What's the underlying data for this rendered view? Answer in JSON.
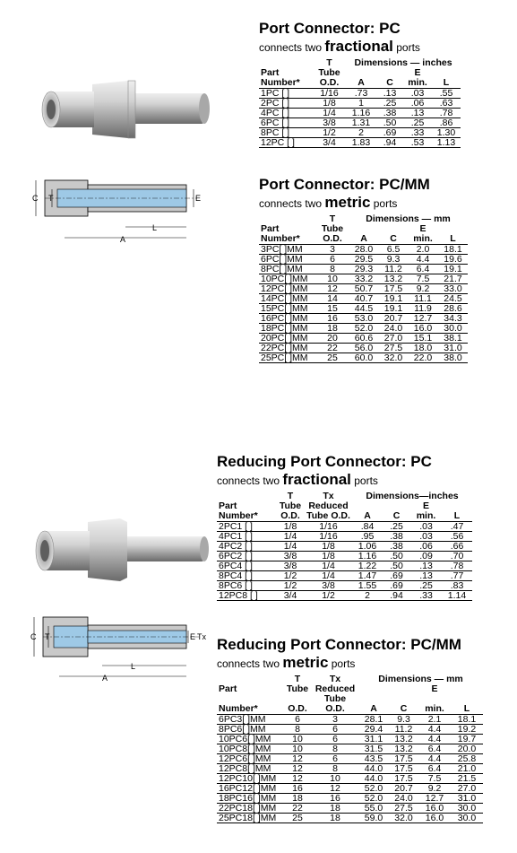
{
  "pc": {
    "title": "Port Connector: PC",
    "subtitle_pre": "connects two ",
    "subtitle_big": "fractional",
    "subtitle_post": " ports",
    "hdr": {
      "t": "T",
      "tube": "Tube",
      "od": "O.D.",
      "dims": "Dimensions — inches",
      "e": "E",
      "min": "min.",
      "part": "Part",
      "number": "Number*",
      "a": "A",
      "c": "C",
      "l": "L"
    },
    "rows": [
      [
        "1PC [ ]",
        "1/16",
        ".73",
        ".13",
        ".03",
        ".55"
      ],
      [
        "2PC [ ]",
        "1/8",
        "1",
        ".25",
        ".06",
        ".63"
      ],
      [
        "4PC [ ]",
        "1/4",
        "1.16",
        ".38",
        ".13",
        ".78"
      ],
      [
        "6PC [ ]",
        "3/8",
        "1.31",
        ".50",
        ".25",
        ".86"
      ],
      [
        "8PC [ ]",
        "1/2",
        "2",
        ".69",
        ".33",
        "1.30"
      ],
      [
        "12PC [ ]",
        "3/4",
        "1.83",
        ".94",
        ".53",
        "1.13"
      ]
    ]
  },
  "pcmm": {
    "title": "Port Connector: PC/MM",
    "subtitle_pre": "connects two ",
    "subtitle_big": "metric",
    "subtitle_post": " ports",
    "hdr": {
      "t": "T",
      "tube": "Tube",
      "od": "O.D.",
      "dims": "Dimensions — mm",
      "e": "E",
      "min": "min.",
      "part": "Part",
      "number": "Number*",
      "a": "A",
      "c": "C",
      "l": "L"
    },
    "rows": [
      [
        "3PC[ ]MM",
        "3",
        "28.0",
        "6.5",
        "2.0",
        "18.1"
      ],
      [
        "6PC[ ]MM",
        "6",
        "29.5",
        "9.3",
        "4.4",
        "19.6"
      ],
      [
        "8PC[ ]MM",
        "8",
        "29.3",
        "11.2",
        "6.4",
        "19.1"
      ],
      [
        "10PC[ ]MM",
        "10",
        "33.2",
        "13.2",
        "7.5",
        "21.7"
      ],
      [
        "12PC[ ]MM",
        "12",
        "50.7",
        "17.5",
        "9.2",
        "33.0"
      ],
      [
        "14PC[ ]MM",
        "14",
        "40.7",
        "19.1",
        "11.1",
        "24.5"
      ],
      [
        "15PC[ ]MM",
        "15",
        "44.5",
        "19.1",
        "11.9",
        "28.6"
      ],
      [
        "16PC[ ]MM",
        "16",
        "53.0",
        "20.7",
        "12.7",
        "34.3"
      ],
      [
        "18PC[ ]MM",
        "18",
        "52.0",
        "24.0",
        "16.0",
        "30.0"
      ],
      [
        "20PC[ ]MM",
        "20",
        "60.6",
        "27.0",
        "15.1",
        "38.1"
      ],
      [
        "22PC[ ]MM",
        "22",
        "56.0",
        "27.5",
        "18.0",
        "31.0"
      ],
      [
        "25PC[ ]MM",
        "25",
        "60.0",
        "32.0",
        "22.0",
        "38.0"
      ]
    ]
  },
  "rpc": {
    "title": "Reducing Port Connector: PC",
    "subtitle_pre": "connects two ",
    "subtitle_big": "fractional",
    "subtitle_post": " ports",
    "hdr": {
      "t": "T",
      "tx": "Tx",
      "tube": "Tube",
      "reduced": "Reduced",
      "od": "O.D.",
      "tubeod": "Tube O.D.",
      "dims": "Dimensions—inches",
      "e": "E",
      "min": "min.",
      "part": "Part",
      "number": "Number*",
      "a": "A",
      "c": "C",
      "l": "L"
    },
    "rows": [
      [
        "2PC1 [ ]",
        "1/8",
        "1/16",
        ".84",
        ".25",
        ".03",
        ".47"
      ],
      [
        "4PC1 [ ]",
        "1/4",
        "1/16",
        ".95",
        ".38",
        ".03",
        ".56"
      ],
      [
        "4PC2 [ ]",
        "1/4",
        "1/8",
        "1.06",
        ".38",
        ".06",
        ".66"
      ],
      [
        "6PC2 [ ]",
        "3/8",
        "1/8",
        "1.16",
        ".50",
        ".09",
        ".70"
      ],
      [
        "6PC4 [ ]",
        "3/8",
        "1/4",
        "1.22",
        ".50",
        ".13",
        ".78"
      ],
      [
        "8PC4 [ ]",
        "1/2",
        "1/4",
        "1.47",
        ".69",
        ".13",
        ".77"
      ],
      [
        "8PC6 [ ]",
        "1/2",
        "3/8",
        "1.55",
        ".69",
        ".25",
        ".83"
      ],
      [
        "12PC8 [ ]",
        "3/4",
        "1/2",
        "2",
        ".94",
        ".33",
        "1.14"
      ]
    ]
  },
  "rpcmm": {
    "title": "Reducing Port Connector: PC/MM",
    "subtitle_pre": "connects two ",
    "subtitle_big": "metric",
    "subtitle_post": " ports",
    "hdr": {
      "t": "T",
      "tx": "Tx",
      "tube": "Tube",
      "reduced": "Reduced",
      "od": "O.D.",
      "tubeod": "Tube O.D.",
      "dims": "Dimensions — mm",
      "e": "E",
      "min": "min.",
      "part": "Part",
      "number": "Number*",
      "a": "A",
      "c": "C",
      "l": "L"
    },
    "rows": [
      [
        "6PC3[ ]MM",
        "6",
        "3",
        "28.1",
        "9.3",
        "2.1",
        "18.1"
      ],
      [
        "8PC6[ ]MM",
        "8",
        "6",
        "29.4",
        "11.2",
        "4.4",
        "19.2"
      ],
      [
        "10PC6[ ]MM",
        "10",
        "6",
        "31.1",
        "13.2",
        "4.4",
        "19.7"
      ],
      [
        "10PC8[ ]MM",
        "10",
        "8",
        "31.5",
        "13.2",
        "6.4",
        "20.0"
      ],
      [
        "12PC6[ ]MM",
        "12",
        "6",
        "43.5",
        "17.5",
        "4.4",
        "25.8"
      ],
      [
        "12PC8[ ]MM",
        "12",
        "8",
        "44.0",
        "17.5",
        "6.4",
        "21.0"
      ],
      [
        "12PC10[ ]MM",
        "12",
        "10",
        "44.0",
        "17.5",
        "7.5",
        "21.5"
      ],
      [
        "16PC12[ ]MM",
        "16",
        "12",
        "52.0",
        "20.7",
        "9.2",
        "27.0"
      ],
      [
        "18PC16[ ]MM",
        "18",
        "16",
        "52.0",
        "24.0",
        "12.7",
        "31.0"
      ],
      [
        "22PC18[ ]MM",
        "22",
        "18",
        "55.0",
        "27.5",
        "16.0",
        "30.0"
      ],
      [
        "25PC18[ ]MM",
        "25",
        "18",
        "59.0",
        "32.0",
        "16.0",
        "30.0"
      ]
    ]
  },
  "drawing_labels": {
    "c": "C",
    "t": "T",
    "e": "E",
    "l": "L",
    "a": "A",
    "tx": "Tx"
  },
  "colors": {
    "tube_blue": "#9ec9e6",
    "metal": "#c9c9c9"
  }
}
